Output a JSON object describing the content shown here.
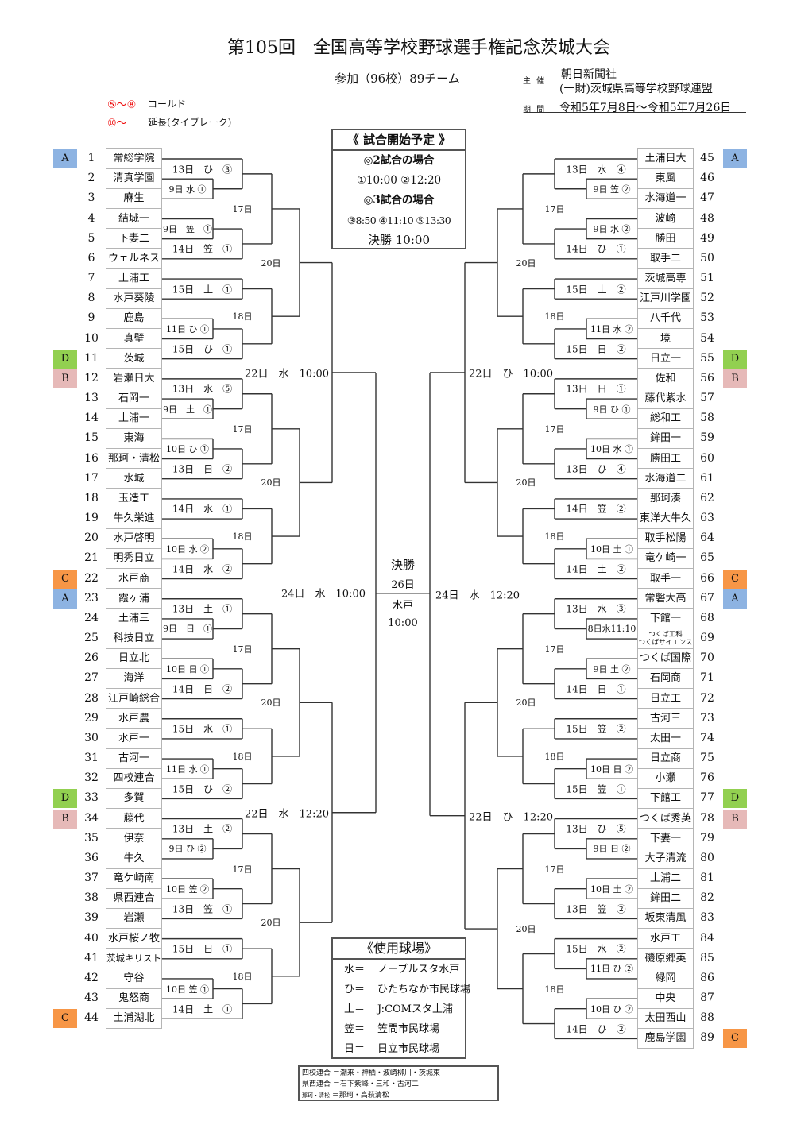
{
  "header": {
    "title": "第105回　全国高等学校野球選手権記念茨城大会",
    "participants": "参加（96校）89チーム",
    "organizer_label": "主 催",
    "organizer_lines": [
      "朝日新聞社",
      "(一財)茨城県高等学校野球連盟"
    ],
    "period_label": "期 間",
    "period": "令和5年7月8日～令和5年7月26日"
  },
  "legend": [
    {
      "mark": "⑤～⑧",
      "text": "コールド"
    },
    {
      "mark": "⑩～",
      "text": "延長(タイブレーク)"
    }
  ],
  "schedule": {
    "title": "《 試合開始予定 》",
    "lines": [
      "◎2試合の場合",
      "①10:00  ②12:20",
      "◎3試合の場合",
      "③8:50 ④11:10 ⑤13:30",
      "決勝  10:00"
    ]
  },
  "venues": {
    "title": "《使用球場》",
    "items": [
      {
        "key": "水＝",
        "name": "ノーブルスタ水戸"
      },
      {
        "key": "ひ＝",
        "name": "ひたちなか市民球場"
      },
      {
        "key": "土＝",
        "name": "J:COMスタ土浦"
      },
      {
        "key": "笠＝",
        "name": "笠間市民球場"
      },
      {
        "key": "日＝",
        "name": "日立市民球場"
      }
    ]
  },
  "notes": [
    {
      "key": "四校連合",
      "value": "＝潮来・神栖・波崎柳川・茨城東"
    },
    {
      "key": "県西連合",
      "value": "＝石下紫峰・三和・古河二"
    },
    {
      "key": "那珂・清松",
      "value": "＝那珂・高萩清松"
    }
  ],
  "badge_colors": {
    "A": "#8db3e2",
    "B": "#e6b9b8",
    "C": "#f79646",
    "D": "#92d050"
  },
  "teams": [
    {
      "n": 1,
      "name": "常総学院",
      "badge": "A"
    },
    {
      "n": 2,
      "name": "清真学園"
    },
    {
      "n": 3,
      "name": "麻生"
    },
    {
      "n": 4,
      "name": "結城一"
    },
    {
      "n": 5,
      "name": "下妻二"
    },
    {
      "n": 6,
      "name": "ウェルネス"
    },
    {
      "n": 7,
      "name": "土浦工"
    },
    {
      "n": 8,
      "name": "水戸葵陵"
    },
    {
      "n": 9,
      "name": "鹿島"
    },
    {
      "n": 10,
      "name": "真壁"
    },
    {
      "n": 11,
      "name": "茨城",
      "badge": "D"
    },
    {
      "n": 12,
      "name": "岩瀬日大",
      "badge": "B"
    },
    {
      "n": 13,
      "name": "石岡一"
    },
    {
      "n": 14,
      "name": "土浦一"
    },
    {
      "n": 15,
      "name": "東海"
    },
    {
      "n": 16,
      "name": "那珂・清松"
    },
    {
      "n": 17,
      "name": "水城"
    },
    {
      "n": 18,
      "name": "玉造工"
    },
    {
      "n": 19,
      "name": "牛久栄進"
    },
    {
      "n": 20,
      "name": "水戸啓明"
    },
    {
      "n": 21,
      "name": "明秀日立"
    },
    {
      "n": 22,
      "name": "水戸商",
      "badge": "C"
    },
    {
      "n": 23,
      "name": "霞ヶ浦",
      "badge": "A"
    },
    {
      "n": 24,
      "name": "土浦三"
    },
    {
      "n": 25,
      "name": "科技日立"
    },
    {
      "n": 26,
      "name": "日立北"
    },
    {
      "n": 27,
      "name": "海洋"
    },
    {
      "n": 28,
      "name": "江戸崎総合"
    },
    {
      "n": 29,
      "name": "水戸農"
    },
    {
      "n": 30,
      "name": "水戸一"
    },
    {
      "n": 31,
      "name": "古河一"
    },
    {
      "n": 32,
      "name": "四校連合"
    },
    {
      "n": 33,
      "name": "多賀",
      "badge": "D"
    },
    {
      "n": 34,
      "name": "藤代",
      "badge": "B"
    },
    {
      "n": 35,
      "name": "伊奈"
    },
    {
      "n": 36,
      "name": "牛久"
    },
    {
      "n": 37,
      "name": "竜ケ崎南"
    },
    {
      "n": 38,
      "name": "県西連合"
    },
    {
      "n": 39,
      "name": "岩瀬"
    },
    {
      "n": 40,
      "name": "水戸桜ノ牧"
    },
    {
      "n": 41,
      "name": "茨城キリスト"
    },
    {
      "n": 42,
      "name": "守谷"
    },
    {
      "n": 43,
      "name": "鬼怒商"
    },
    {
      "n": 44,
      "name": "土浦湖北",
      "badge": "C"
    },
    {
      "n": 45,
      "name": "土浦日大",
      "badge": "A"
    },
    {
      "n": 46,
      "name": "東風"
    },
    {
      "n": 47,
      "name": "水海道一"
    },
    {
      "n": 48,
      "name": "波崎"
    },
    {
      "n": 49,
      "name": "勝田"
    },
    {
      "n": 50,
      "name": "取手二"
    },
    {
      "n": 51,
      "name": "茨城高専"
    },
    {
      "n": 52,
      "name": "江戸川学園"
    },
    {
      "n": 53,
      "name": "八千代"
    },
    {
      "n": 54,
      "name": "境"
    },
    {
      "n": 55,
      "name": "日立一",
      "badge": "D"
    },
    {
      "n": 56,
      "name": "佐和",
      "badge": "B"
    },
    {
      "n": 57,
      "name": "藤代紫水"
    },
    {
      "n": 58,
      "name": "総和工"
    },
    {
      "n": 59,
      "name": "鉾田一"
    },
    {
      "n": 60,
      "name": "勝田工"
    },
    {
      "n": 61,
      "name": "水海道二"
    },
    {
      "n": 62,
      "name": "那珂湊"
    },
    {
      "n": 63,
      "name": "東洋大牛久"
    },
    {
      "n": 64,
      "name": "取手松陽"
    },
    {
      "n": 65,
      "name": "竜ケ崎一"
    },
    {
      "n": 66,
      "name": "取手一",
      "badge": "C"
    },
    {
      "n": 67,
      "name": "常磐大高",
      "badge": "A"
    },
    {
      "n": 68,
      "name": "下館一"
    },
    {
      "n": 69,
      "name": "つくば工科\nつくばサイエンス"
    },
    {
      "n": 70,
      "name": "つくば国際"
    },
    {
      "n": 71,
      "name": "石岡商"
    },
    {
      "n": 72,
      "name": "日立工"
    },
    {
      "n": 73,
      "name": "古河三"
    },
    {
      "n": 74,
      "name": "太田一"
    },
    {
      "n": 75,
      "name": "日立商"
    },
    {
      "n": 76,
      "name": "小瀬"
    },
    {
      "n": 77,
      "name": "下館工",
      "badge": "D"
    },
    {
      "n": 78,
      "name": "つくば秀英",
      "badge": "B"
    },
    {
      "n": 79,
      "name": "下妻一"
    },
    {
      "n": 80,
      "name": "大子清流"
    },
    {
      "n": 81,
      "name": "土浦二"
    },
    {
      "n": 82,
      "name": "鉾田二"
    },
    {
      "n": 83,
      "name": "坂東清風"
    },
    {
      "n": 84,
      "name": "水戸工"
    },
    {
      "n": 85,
      "name": "磯原郷英"
    },
    {
      "n": 86,
      "name": "緑岡"
    },
    {
      "n": 87,
      "name": "中央"
    },
    {
      "n": 88,
      "name": "太田西山"
    },
    {
      "n": 89,
      "name": "鹿島学園",
      "badge": "C"
    }
  ],
  "bracket": {
    "final": {
      "title": "決勝",
      "date": "26日",
      "venue": "水戸",
      "time": "10:00"
    },
    "left": {
      "label": "24日　水　10:00",
      "a": {
        "label": "22日　水　10:00",
        "a": {
          "label": "20日",
          "a": {
            "label": "17日",
            "a": {
              "label": "13日　ひ　③",
              "a": 1,
              "b": {
                "label": "9日 水 ①",
                "a": 2,
                "b": 3
              }
            },
            "b": {
              "label": "14日　笠　①",
              "a": {
                "label": "9日　笠　①",
                "a": 4,
                "b": 5
              },
              "b": 6
            }
          },
          "b": {
            "label": "18日",
            "a": {
              "label": "15日　土　①",
              "a": 7,
              "b": 8
            },
            "b": {
              "label": "15日　ひ　①",
              "a": {
                "label": "11日 ひ ①",
                "a": 9,
                "b": 10
              },
              "b": 11
            }
          }
        },
        "b": {
          "label": "20日",
          "a": {
            "label": "17日",
            "a": {
              "label": "13日　水　⑤",
              "a": 12,
              "b": {
                "label": "9日　土　①",
                "a": 13,
                "b": 14
              }
            },
            "b": {
              "label": "13日　日　②",
              "a": {
                "label": "10日 ひ ①",
                "a": 15,
                "b": 16
              },
              "b": 17
            }
          },
          "b": {
            "label": "18日",
            "a": {
              "label": "14日　水　①",
              "a": 18,
              "b": 19
            },
            "b": {
              "label": "14日　水　②",
              "a": {
                "label": "10日 水 ②",
                "a": 20,
                "b": 21
              },
              "b": 22
            }
          }
        }
      },
      "b": {
        "label": "22日　水　12:20",
        "a": {
          "label": "20日",
          "a": {
            "label": "17日",
            "a": {
              "label": "13日　土　①",
              "a": 23,
              "b": {
                "label": "9日　日　①",
                "a": 24,
                "b": 25
              }
            },
            "b": {
              "label": "14日　日　②",
              "a": {
                "label": "10日 日 ①",
                "a": 26,
                "b": 27
              },
              "b": 28
            }
          },
          "b": {
            "label": "18日",
            "a": {
              "label": "15日　水　①",
              "a": 29,
              "b": 30
            },
            "b": {
              "label": "15日　ひ　②",
              "a": {
                "label": "11日 水 ①",
                "a": 31,
                "b": 32
              },
              "b": 33
            }
          }
        },
        "b": {
          "label": "20日",
          "a": {
            "label": "17日",
            "a": {
              "label": "13日　土　②",
              "a": 34,
              "b": {
                "label": "9日 ひ ②",
                "a": 35,
                "b": 36
              }
            },
            "b": {
              "label": "13日　笠　①",
              "a": {
                "label": "10日 笠 ②",
                "a": 37,
                "b": 38
              },
              "b": 39
            }
          },
          "b": {
            "label": "18日",
            "a": {
              "label": "15日　日　①",
              "a": 40,
              "b": 41
            },
            "b": {
              "label": "14日　土　①",
              "a": {
                "label": "10日 笠 ①",
                "a": 42,
                "b": 43
              },
              "b": 44
            }
          }
        }
      }
    },
    "right": {
      "label": "24日　水　12:20",
      "a": {
        "label": "22日　ひ　10:00",
        "a": {
          "label": "20日",
          "a": {
            "label": "17日",
            "a": {
              "label": "13日　水　④",
              "a": 45,
              "b": {
                "label": "9日 笠 ②",
                "a": 46,
                "b": 47
              }
            },
            "b": {
              "label": "14日　ひ　①",
              "a": {
                "label": "9日 水 ②",
                "a": 48,
                "b": 49
              },
              "b": 50
            }
          },
          "b": {
            "label": "18日",
            "a": {
              "label": "15日　土　②",
              "a": 51,
              "b": 52
            },
            "b": {
              "label": "15日　日　②",
              "a": {
                "label": "11日 水 ②",
                "a": 53,
                "b": 54
              },
              "b": 55
            }
          }
        },
        "b": {
          "label": "20日",
          "a": {
            "label": "17日",
            "a": {
              "label": "13日　日　①",
              "a": 56,
              "b": {
                "label": "9日 ひ ①",
                "a": 57,
                "b": 58
              }
            },
            "b": {
              "label": "13日　ひ　④",
              "a": {
                "label": "10日 水 ①",
                "a": 59,
                "b": 60
              },
              "b": 61
            }
          },
          "b": {
            "label": "18日",
            "a": {
              "label": "14日　笠　②",
              "a": 62,
              "b": 63
            },
            "b": {
              "label": "14日　土　②",
              "a": {
                "label": "10日 土 ①",
                "a": 64,
                "b": 65
              },
              "b": 66
            }
          }
        }
      },
      "b": {
        "label": "22日　ひ　12:20",
        "a": {
          "label": "20日",
          "a": {
            "label": "17日",
            "a": {
              "label": "13日　水　③",
              "a": 67,
              "b": {
                "label": "8日水11:10",
                "a": 68,
                "b": 69
              }
            },
            "b": {
              "label": "14日　日　①",
              "a": {
                "label": "9日 土 ②",
                "a": 70,
                "b": 71
              },
              "b": 72
            }
          },
          "b": {
            "label": "18日",
            "a": {
              "label": "15日　笠　②",
              "a": 73,
              "b": 74
            },
            "b": {
              "label": "15日　笠　①",
              "a": {
                "label": "10日 日 ②",
                "a": 75,
                "b": 76
              },
              "b": 77
            }
          }
        },
        "b": {
          "label": "20日",
          "a": {
            "label": "17日",
            "a": {
              "label": "13日　ひ　⑤",
              "a": 78,
              "b": {
                "label": "9日 日 ②",
                "a": 79,
                "b": 80
              }
            },
            "b": {
              "label": "13日　笠　②",
              "a": {
                "label": "10日 土 ②",
                "a": 81,
                "b": 82
              },
              "b": 83
            }
          },
          "b": {
            "label": "18日",
            "a": {
              "label": "15日　水　②",
              "a": 84,
              "b": {
                "label": "11日 ひ ②",
                "a": 85,
                "b": 86
              }
            },
            "b": {
              "label": "14日　ひ　②",
              "a": {
                "label": "10日 ひ ②",
                "a": 87,
                "b": 88
              },
              "b": 89
            }
          }
        }
      }
    }
  }
}
